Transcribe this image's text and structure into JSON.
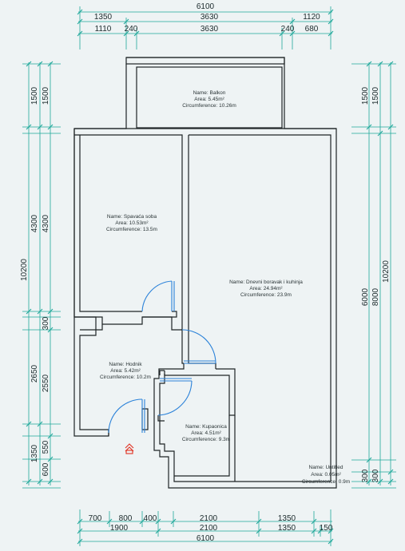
{
  "colors": {
    "background": "#eef3f4",
    "dimension": "#1fa89a",
    "wall_outline": "#1e2426",
    "door": "#2b82d9",
    "marker": "#e03020"
  },
  "icons": {
    "entrance": "entrance-marker-icon"
  },
  "dimensions": {
    "top_total": "6100",
    "top_row1": [
      "1350",
      "3630",
      "1120"
    ],
    "top_row2": [
      "1110",
      "240",
      "3630",
      "240",
      "680"
    ],
    "left_outer_total": "10200",
    "left_outer": [
      "1500",
      "4300",
      "2650",
      "1350"
    ],
    "left_inner": [
      "1500",
      "4300",
      "300",
      "2550",
      "550",
      "600"
    ],
    "right_inner": [
      "1500",
      "8000",
      "300"
    ],
    "right_outer": [
      "1500",
      "10200",
      "6000",
      "300"
    ],
    "bottom_row1": [
      "700",
      "800",
      "400",
      "2100",
      "1350"
    ],
    "bottom_row2": [
      "1900",
      "2100",
      "1350",
      "150"
    ],
    "bottom_total": "6100"
  },
  "rooms": {
    "balkon": [
      "Name: Balkon",
      "Area: 5.45m²",
      "Circumference: 10.26m"
    ],
    "spavaca": [
      "Name: Spavaća soba",
      "Area: 10.53m²",
      "Circumference: 13.5m"
    ],
    "dnevni": [
      "Name: Dnevni boravak i kuhinja",
      "Area: 24.94m²",
      "Circumference: 23.9m"
    ],
    "hodnik": [
      "Name: Hodnik",
      "Area: 5.42m²",
      "Circumference: 10.2m"
    ],
    "kupaonica": [
      "Name: Kupaonica",
      "Area: 4.51m²",
      "Circumference: 9.3m"
    ],
    "unnamed": [
      "Name: Untitled",
      "Area: 0.05m²",
      "Circumference: 0.9m"
    ]
  }
}
